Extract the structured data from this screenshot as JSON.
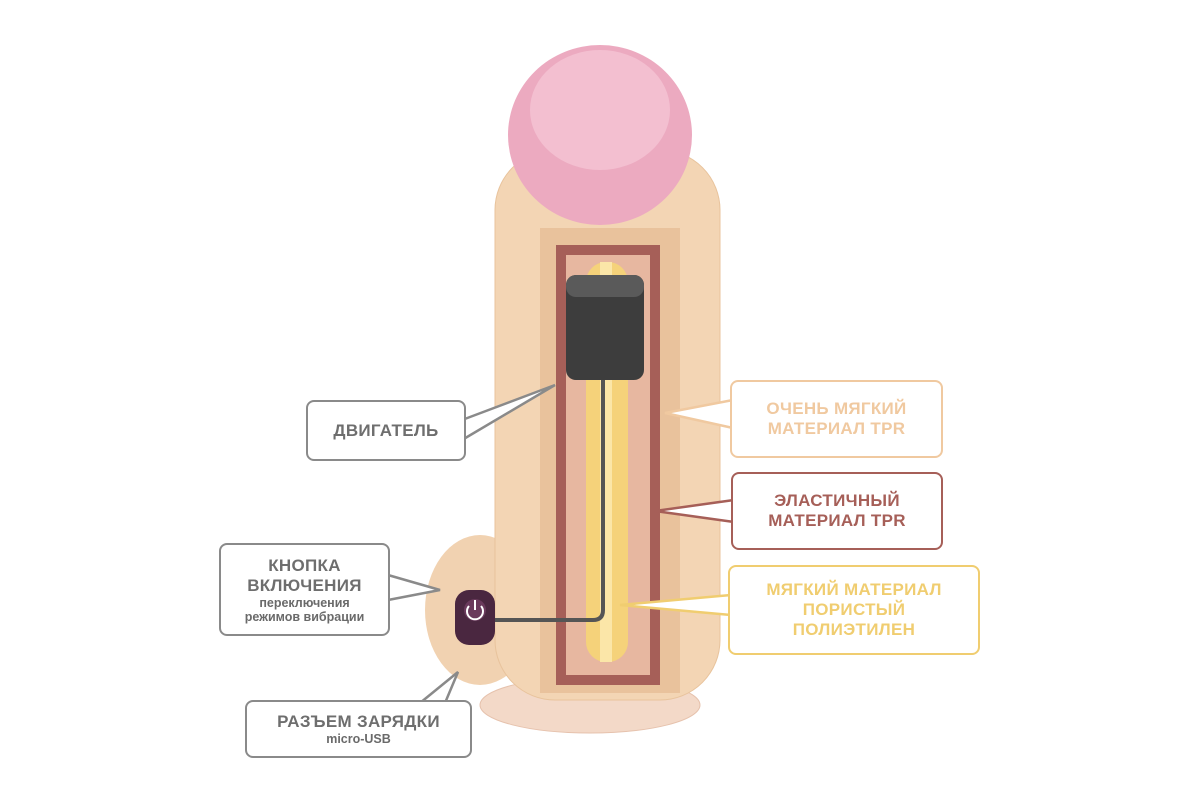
{
  "callouts": {
    "motor": {
      "title": "ДВИГАТЕЛЬ"
    },
    "button": {
      "title_1": "КНОПКА",
      "title_2": "ВКЛЮЧЕНИЯ",
      "sub_1": "переключения",
      "sub_2": "режимов вибрации"
    },
    "charging": {
      "title": "РАЗЪЕМ ЗАРЯДКИ",
      "sub": "micro-USB"
    },
    "outer": {
      "line_1": "ОЧЕНЬ МЯГКИЙ",
      "line_2": "МАТЕРИАЛ TPR",
      "color": "#f0c9a0"
    },
    "middle": {
      "line_1": "ЭЛАСТИЧНЫЙ",
      "line_2": "МАТЕРИАЛ TPR",
      "color": "#a65f58"
    },
    "inner": {
      "line_1": "МЯГКИЙ МАТЕРИАЛ",
      "line_2": "ПОРИСТЫЙ",
      "line_3": "ПОЛИЭТИЛЕН",
      "color": "#f0cd70"
    }
  },
  "colors": {
    "label_gray": "#6e6e6e",
    "border_gray": "#8a8a8a"
  }
}
